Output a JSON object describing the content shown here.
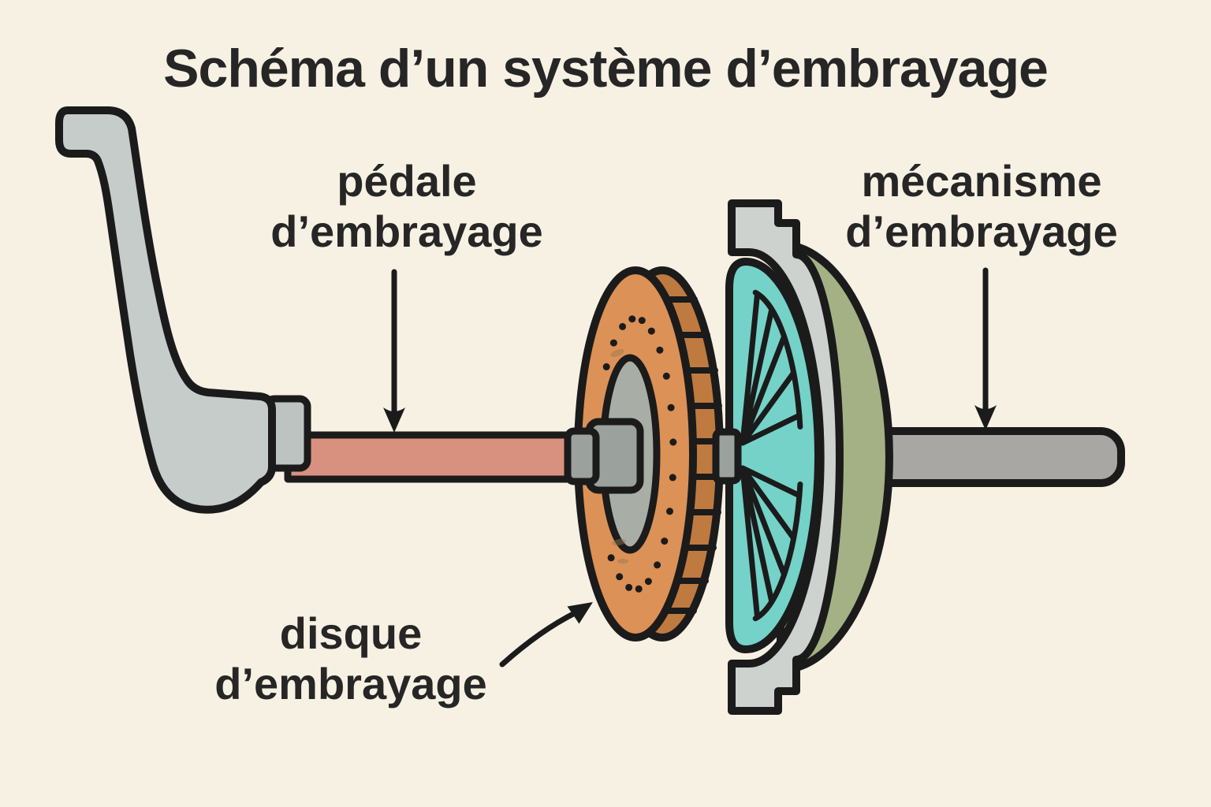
{
  "diagram": {
    "title": "Schéma d’un système d’embrayage",
    "labels": {
      "pedal": [
        "pédale",
        "d’embrayage"
      ],
      "mechanism": [
        "mécanisme",
        "d’embrayage"
      ],
      "disc": [
        "disque",
        "d’embrayage"
      ]
    },
    "colors": {
      "bg": "#f7f1e3",
      "ink": "#1b1b1b",
      "text": "#262626",
      "pedal": "#c6ccca",
      "connector": "#bdc3c1",
      "rod": "#d9917f",
      "discFace": "#dc9156",
      "discRim": "#bf7a40",
      "discInner": "#a8aea6",
      "hub": "#9ba19d",
      "teal": "#74d2c8",
      "housing": "#ced2ce",
      "olive": "#a4b184",
      "shaft": "#a8a7a3"
    }
  }
}
